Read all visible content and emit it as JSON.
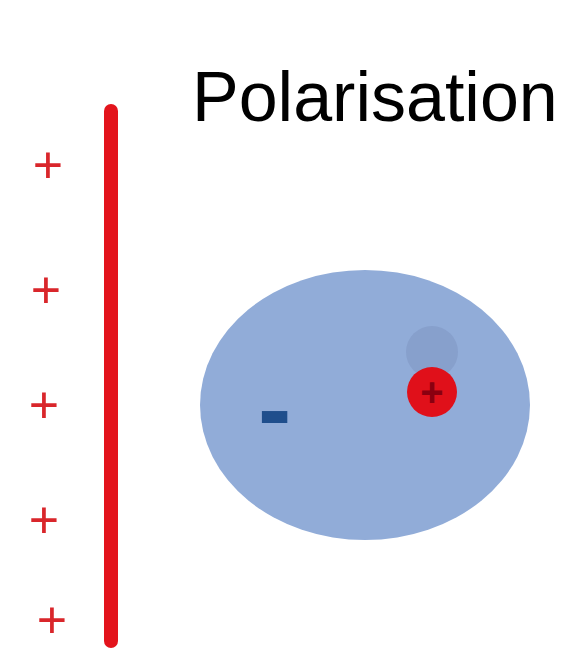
{
  "diagram": {
    "title": "Polarisation",
    "nodes": [
      {
        "text": [
          "-"
        ]
      },
      {
        "text": [
          "+"
        ],
        "in": 0
      }
    ],
    "labels": [
      "+",
      "+",
      "+",
      "+",
      "+"
    ]
  }
}
